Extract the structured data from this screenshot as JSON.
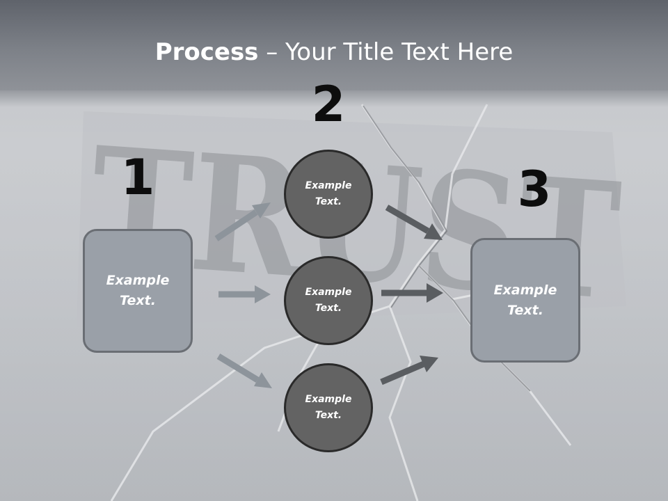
{
  "title": {
    "bold": "Process",
    "rest": " – Your Title Text Here"
  },
  "steps": [
    {
      "number": "1",
      "text": "Example\nText."
    },
    {
      "number": "2",
      "texts": [
        "Example\nText.",
        "Example\nText.",
        "Example\nText."
      ]
    },
    {
      "number": "3",
      "text": "Example\nText."
    }
  ],
  "background": {
    "watermark": "TRUST"
  },
  "colors": {
    "title_band": "#7d8188",
    "box_fill": "#9aa0a8",
    "circle_fill": "#636363",
    "arrow_light": "#8d949b",
    "arrow_dark": "#5a5d61"
  }
}
